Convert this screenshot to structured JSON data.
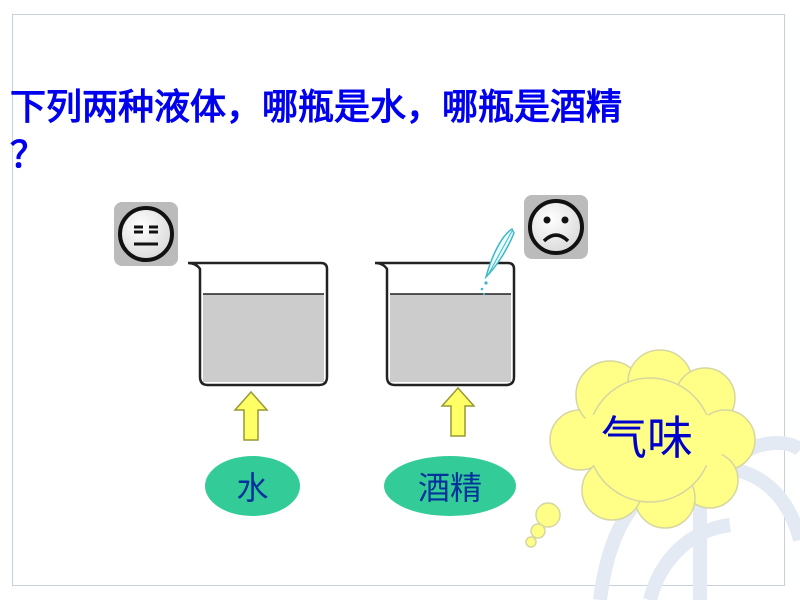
{
  "title": {
    "line1": "下列两种液体，哪瓶是水，哪瓶是酒精",
    "line2": "？"
  },
  "faces": {
    "left": "neutral-face-icon",
    "right": "sad-face-icon"
  },
  "beakers": {
    "left_label": "水",
    "right_label": "酒精"
  },
  "bubble": {
    "text": "气味"
  },
  "colors": {
    "title": "#0000ee",
    "liquid": "#cccccc",
    "arrow_fill": "#ffff66",
    "oval": "#33cc99",
    "bubble_fill": "#ffff88",
    "bubble_text": "#0000cc"
  }
}
